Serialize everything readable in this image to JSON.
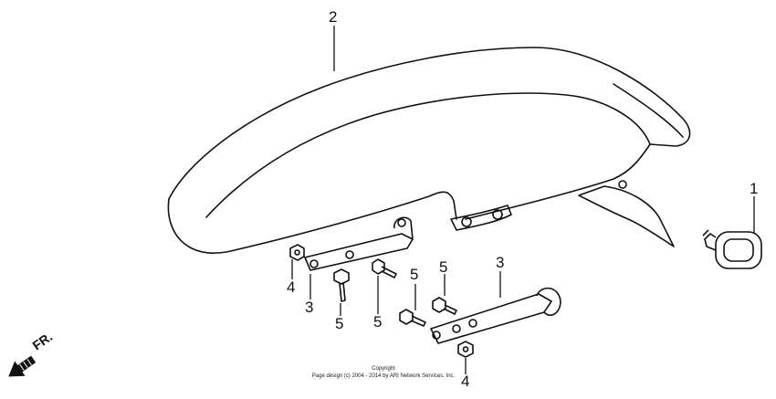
{
  "callouts": {
    "fender": "2",
    "reflector": "1",
    "stay_left": "3",
    "stay_right": "3",
    "nut_left": "4",
    "nut_bottom": "4",
    "bolt_a": "5",
    "bolt_b": "5",
    "bolt_c": "5",
    "bolt_d": "5"
  },
  "direction_label": "FR.",
  "copyright": {
    "line1": "Copyright",
    "line2": "Page design (c) 2004 - 2014 by ARI Network Services, Inc."
  },
  "icons": {
    "front_arrow": "arrow-icon"
  }
}
